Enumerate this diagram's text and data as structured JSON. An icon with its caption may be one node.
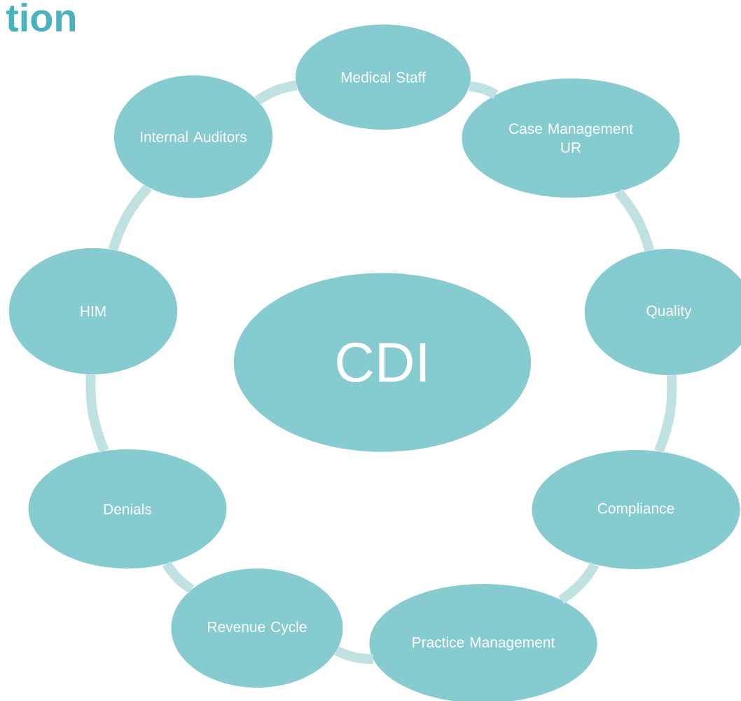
{
  "diagram": {
    "nodes": [
      {
        "text": [
          "CDI"
        ]
      },
      {
        "text": [
          "Medical Staff"
        ]
      },
      {
        "text": [
          "Case Management",
          "UR"
        ]
      },
      {
        "text": [
          "Quality"
        ]
      },
      {
        "text": [
          "Compliance"
        ]
      },
      {
        "text": [
          "Practice Management"
        ]
      },
      {
        "text": [
          "Revenue Cycle"
        ]
      },
      {
        "text": [
          "Denials"
        ]
      },
      {
        "text": [
          "HIM"
        ]
      },
      {
        "text": [
          "Internal Auditors"
        ]
      }
    ],
    "edges": [
      {
        "from": 1,
        "to": 2,
        "arrow": "none"
      },
      {
        "from": 2,
        "to": 3,
        "arrow": "none"
      },
      {
        "from": 3,
        "to": 4,
        "arrow": "none"
      },
      {
        "from": 4,
        "to": 5,
        "arrow": "none"
      },
      {
        "from": 5,
        "to": 6,
        "arrow": "none"
      },
      {
        "from": 6,
        "to": 7,
        "arrow": "none"
      },
      {
        "from": 7,
        "to": 8,
        "arrow": "none"
      },
      {
        "from": 8,
        "to": 9,
        "arrow": "none"
      },
      {
        "from": 9,
        "to": 1,
        "arrow": "none"
      }
    ],
    "labels": [
      "tion"
    ]
  }
}
